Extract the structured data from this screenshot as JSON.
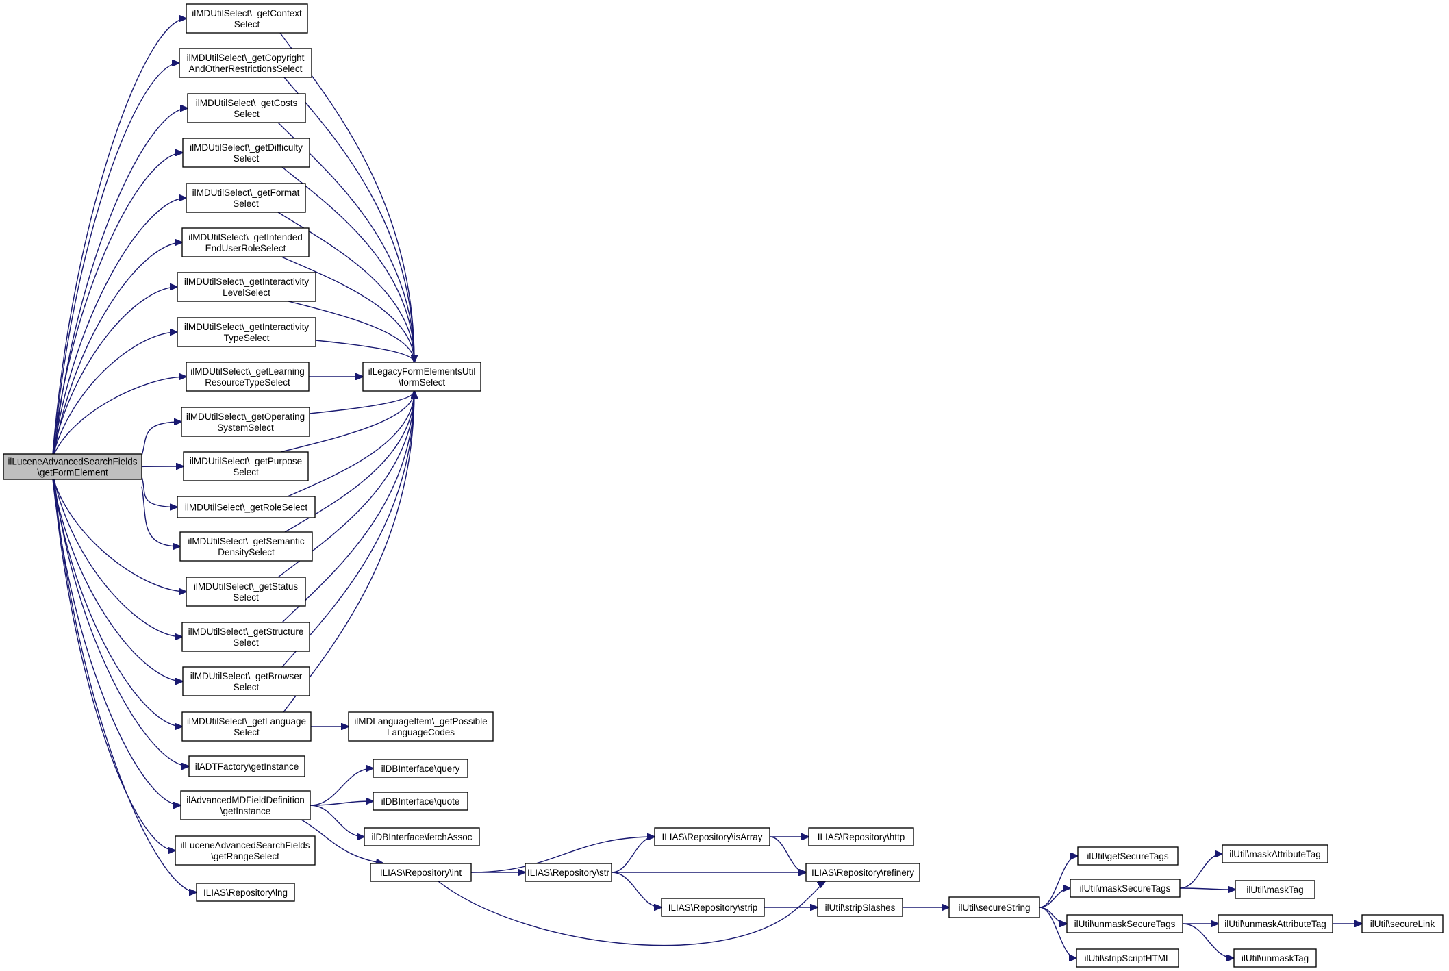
{
  "colors": {
    "edge": "#191970",
    "root_fill": "#bfbfbf",
    "node_fill": "#ffffff",
    "node_stroke": "#000000"
  },
  "nodes": [
    {
      "id": "root",
      "lines": [
        "ilLuceneAdvancedSearchFields",
        "\\getFormElement"
      ]
    },
    {
      "id": "ctx",
      "lines": [
        "ilMDUtilSelect\\_getContext",
        "Select"
      ]
    },
    {
      "id": "copy",
      "lines": [
        "ilMDUtilSelect\\_getCopyright",
        "AndOtherRestrictionsSelect"
      ]
    },
    {
      "id": "costs",
      "lines": [
        "ilMDUtilSelect\\_getCosts",
        "Select"
      ]
    },
    {
      "id": "diff",
      "lines": [
        "ilMDUtilSelect\\_getDifficulty",
        "Select"
      ]
    },
    {
      "id": "fmt",
      "lines": [
        "ilMDUtilSelect\\_getFormat",
        "Select"
      ]
    },
    {
      "id": "intend",
      "lines": [
        "ilMDUtilSelect\\_getIntended",
        "EndUserRoleSelect"
      ]
    },
    {
      "id": "ilevel",
      "lines": [
        "ilMDUtilSelect\\_getInteractivity",
        "LevelSelect"
      ]
    },
    {
      "id": "itype",
      "lines": [
        "ilMDUtilSelect\\_getInteractivity",
        "TypeSelect"
      ]
    },
    {
      "id": "learn",
      "lines": [
        "ilMDUtilSelect\\_getLearning",
        "ResourceTypeSelect"
      ]
    },
    {
      "id": "os",
      "lines": [
        "ilMDUtilSelect\\_getOperating",
        "SystemSelect"
      ]
    },
    {
      "id": "purpose",
      "lines": [
        "ilMDUtilSelect\\_getPurpose",
        "Select"
      ]
    },
    {
      "id": "role",
      "lines": [
        "ilMDUtilSelect\\_getRoleSelect"
      ]
    },
    {
      "id": "sem",
      "lines": [
        "ilMDUtilSelect\\_getSemantic",
        "DensitySelect"
      ]
    },
    {
      "id": "status",
      "lines": [
        "ilMDUtilSelect\\_getStatus",
        "Select"
      ]
    },
    {
      "id": "struct",
      "lines": [
        "ilMDUtilSelect\\_getStructure",
        "Select"
      ]
    },
    {
      "id": "browser",
      "lines": [
        "ilMDUtilSelect\\_getBrowser",
        "Select"
      ]
    },
    {
      "id": "lang",
      "lines": [
        "ilMDUtilSelect\\_getLanguage",
        "Select"
      ]
    },
    {
      "id": "adt",
      "lines": [
        "ilADTFactory\\getInstance"
      ]
    },
    {
      "id": "amd",
      "lines": [
        "ilAdvancedMDFieldDefinition",
        "\\getInstance"
      ]
    },
    {
      "id": "range",
      "lines": [
        "ilLuceneAdvancedSearchFields",
        "\\getRangeSelect"
      ]
    },
    {
      "id": "lng",
      "lines": [
        "ILIAS\\Repository\\lng"
      ]
    },
    {
      "id": "form",
      "lines": [
        "ilLegacyFormElementsUtil",
        "\\formSelect"
      ]
    },
    {
      "id": "langitem",
      "lines": [
        "ilMDLanguageItem\\_getPossible",
        "LanguageCodes"
      ]
    },
    {
      "id": "query",
      "lines": [
        "ilDBInterface\\query"
      ]
    },
    {
      "id": "quote",
      "lines": [
        "ilDBInterface\\quote"
      ]
    },
    {
      "id": "fetch",
      "lines": [
        "ilDBInterface\\fetchAssoc"
      ]
    },
    {
      "id": "int",
      "lines": [
        "ILIAS\\Repository\\int"
      ]
    },
    {
      "id": "str",
      "lines": [
        "ILIAS\\Repository\\str"
      ]
    },
    {
      "id": "isarr",
      "lines": [
        "ILIAS\\Repository\\isArray"
      ]
    },
    {
      "id": "strip",
      "lines": [
        "ILIAS\\Repository\\strip"
      ]
    },
    {
      "id": "http",
      "lines": [
        "ILIAS\\Repository\\http"
      ]
    },
    {
      "id": "refinery",
      "lines": [
        "ILIAS\\Repository\\refinery"
      ]
    },
    {
      "id": "stripsl",
      "lines": [
        "ilUtil\\stripSlashes"
      ]
    },
    {
      "id": "secstr",
      "lines": [
        "ilUtil\\secureString"
      ]
    },
    {
      "id": "getsec",
      "lines": [
        "ilUtil\\getSecureTags"
      ]
    },
    {
      "id": "masksec",
      "lines": [
        "ilUtil\\maskSecureTags"
      ]
    },
    {
      "id": "unmasksec",
      "lines": [
        "ilUtil\\unmaskSecureTags"
      ]
    },
    {
      "id": "stripscript",
      "lines": [
        "ilUtil\\stripScriptHTML"
      ]
    },
    {
      "id": "maskattr",
      "lines": [
        "ilUtil\\maskAttributeTag"
      ]
    },
    {
      "id": "masktag",
      "lines": [
        "ilUtil\\maskTag"
      ]
    },
    {
      "id": "unmaskattr",
      "lines": [
        "ilUtil\\unmaskAttributeTag"
      ]
    },
    {
      "id": "unmasktag",
      "lines": [
        "ilUtil\\unmaskTag"
      ]
    },
    {
      "id": "seclink",
      "lines": [
        "ilUtil\\secureLink"
      ]
    }
  ],
  "edges": [
    [
      "root",
      "ctx"
    ],
    [
      "root",
      "copy"
    ],
    [
      "root",
      "costs"
    ],
    [
      "root",
      "diff"
    ],
    [
      "root",
      "fmt"
    ],
    [
      "root",
      "intend"
    ],
    [
      "root",
      "ilevel"
    ],
    [
      "root",
      "itype"
    ],
    [
      "root",
      "learn"
    ],
    [
      "root",
      "os"
    ],
    [
      "root",
      "purpose"
    ],
    [
      "root",
      "role"
    ],
    [
      "root",
      "sem"
    ],
    [
      "root",
      "status"
    ],
    [
      "root",
      "struct"
    ],
    [
      "root",
      "browser"
    ],
    [
      "root",
      "lang"
    ],
    [
      "root",
      "adt"
    ],
    [
      "root",
      "amd"
    ],
    [
      "root",
      "range"
    ],
    [
      "root",
      "lng"
    ],
    [
      "ctx",
      "form"
    ],
    [
      "copy",
      "form"
    ],
    [
      "costs",
      "form"
    ],
    [
      "diff",
      "form"
    ],
    [
      "fmt",
      "form"
    ],
    [
      "intend",
      "form"
    ],
    [
      "ilevel",
      "form"
    ],
    [
      "itype",
      "form"
    ],
    [
      "learn",
      "form"
    ],
    [
      "os",
      "form"
    ],
    [
      "purpose",
      "form"
    ],
    [
      "role",
      "form"
    ],
    [
      "sem",
      "form"
    ],
    [
      "status",
      "form"
    ],
    [
      "struct",
      "form"
    ],
    [
      "browser",
      "form"
    ],
    [
      "lang",
      "form"
    ],
    [
      "lang",
      "langitem"
    ],
    [
      "amd",
      "query"
    ],
    [
      "amd",
      "quote"
    ],
    [
      "amd",
      "fetch"
    ],
    [
      "amd",
      "int"
    ],
    [
      "int",
      "isarr"
    ],
    [
      "int",
      "str"
    ],
    [
      "int",
      "refinery"
    ],
    [
      "str",
      "isarr"
    ],
    [
      "str",
      "refinery"
    ],
    [
      "str",
      "strip"
    ],
    [
      "isarr",
      "http"
    ],
    [
      "isarr",
      "refinery"
    ],
    [
      "strip",
      "stripsl"
    ],
    [
      "stripsl",
      "secstr"
    ],
    [
      "secstr",
      "getsec"
    ],
    [
      "secstr",
      "masksec"
    ],
    [
      "secstr",
      "unmasksec"
    ],
    [
      "secstr",
      "stripscript"
    ],
    [
      "masksec",
      "maskattr"
    ],
    [
      "masksec",
      "masktag"
    ],
    [
      "unmasksec",
      "unmaskattr"
    ],
    [
      "unmasksec",
      "unmasktag"
    ],
    [
      "unmaskattr",
      "seclink"
    ]
  ]
}
